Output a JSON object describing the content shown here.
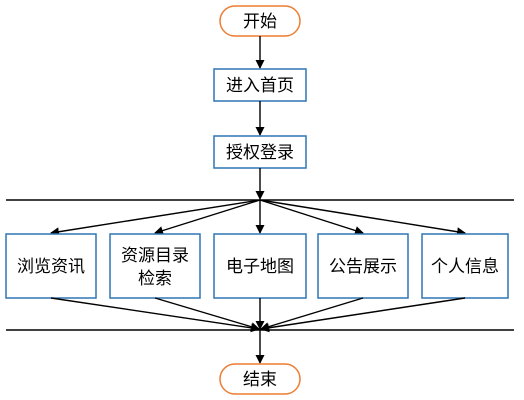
{
  "diagram": {
    "start": "开始",
    "end": "结束",
    "steps": [
      "进入首页",
      "授权登录"
    ],
    "modules": [
      {
        "lines": [
          "浏览资讯"
        ]
      },
      {
        "lines": [
          "资源目录",
          "检索"
        ]
      },
      {
        "lines": [
          "电子地图"
        ]
      },
      {
        "lines": [
          "公告展示"
        ]
      },
      {
        "lines": [
          "个人信息"
        ]
      }
    ],
    "colors": {
      "terminal_border": "#ed7d31",
      "process_border": "#2e75b6",
      "line": "#000000"
    }
  }
}
